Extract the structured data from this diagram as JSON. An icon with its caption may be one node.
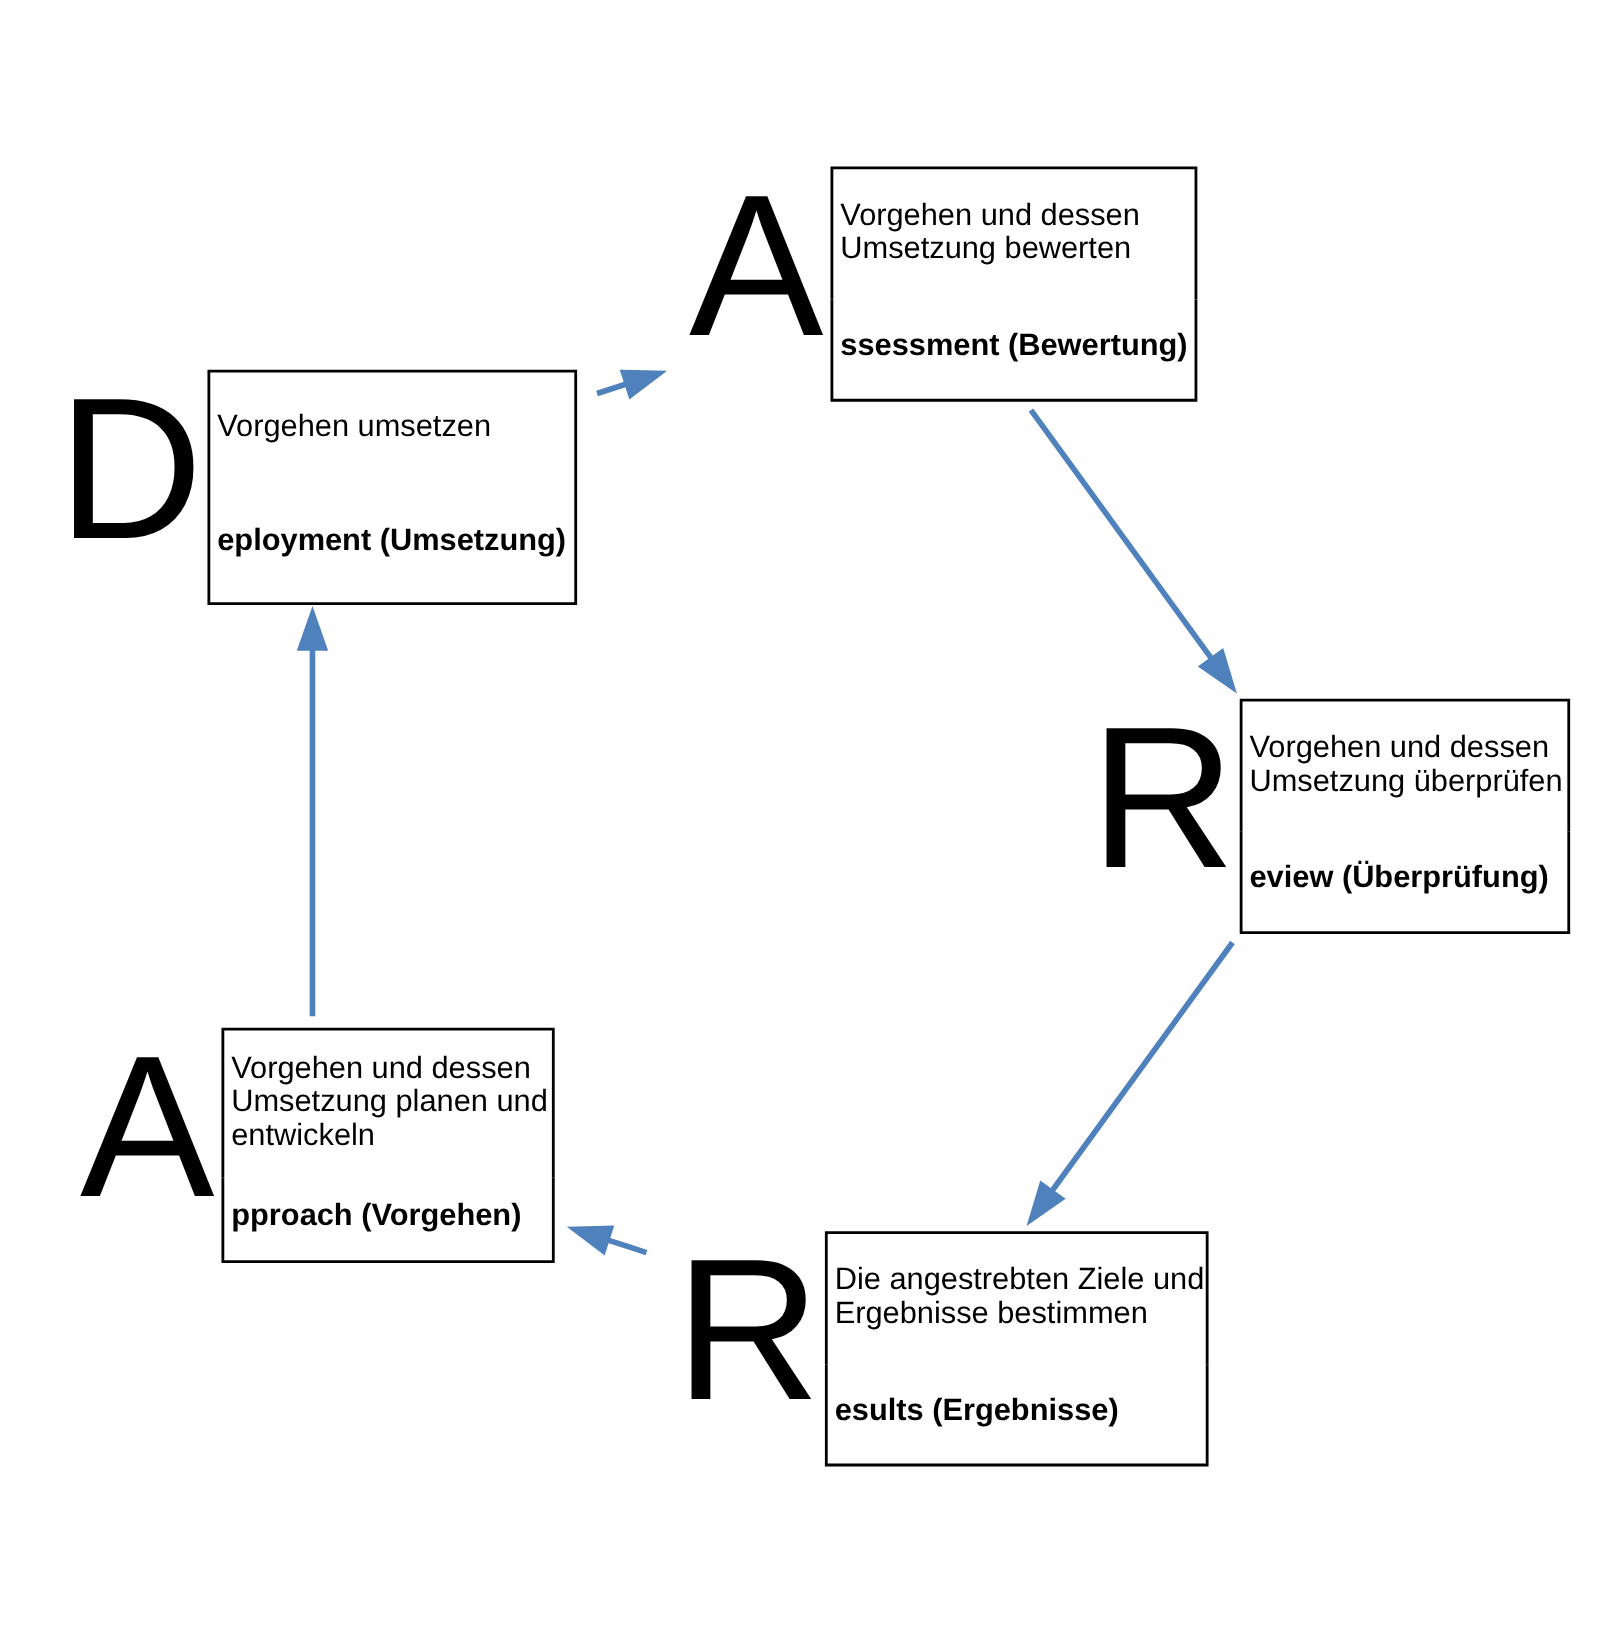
{
  "diagram": {
    "nodes": [
      {
        "text": [
          "R",
          "Die angestrebten Ziele und Ergebnisse bestimmen",
          "esults (Ergebnisse)"
        ]
      },
      {
        "text": [
          "R",
          "Vorgehen und dessen Umsetzung überprüfen",
          "eview (Überprüfung)"
        ]
      },
      {
        "text": [
          "A",
          "Vorgehen und dessen Umsetzung planen und entwickeln",
          "pproach (Vorgehen)"
        ]
      },
      {
        "text": [
          "A",
          "Vorgehen und dessen Umsetzung bewerten",
          "ssessment (Bewertung)"
        ]
      },
      {
        "text": [
          "D",
          "Vorgehen umsetzen",
          "eployment (Umsetzung)"
        ]
      }
    ],
    "edges": [
      {
        "from": 0,
        "to": 2,
        "arrow": "to"
      },
      {
        "from": 2,
        "to": 4,
        "arrow": "to"
      },
      {
        "from": 4,
        "to": 3,
        "arrow": "to"
      },
      {
        "from": 3,
        "to": 1,
        "arrow": "to"
      },
      {
        "from": 1,
        "to": 0,
        "arrow": "to"
      }
    ]
  }
}
